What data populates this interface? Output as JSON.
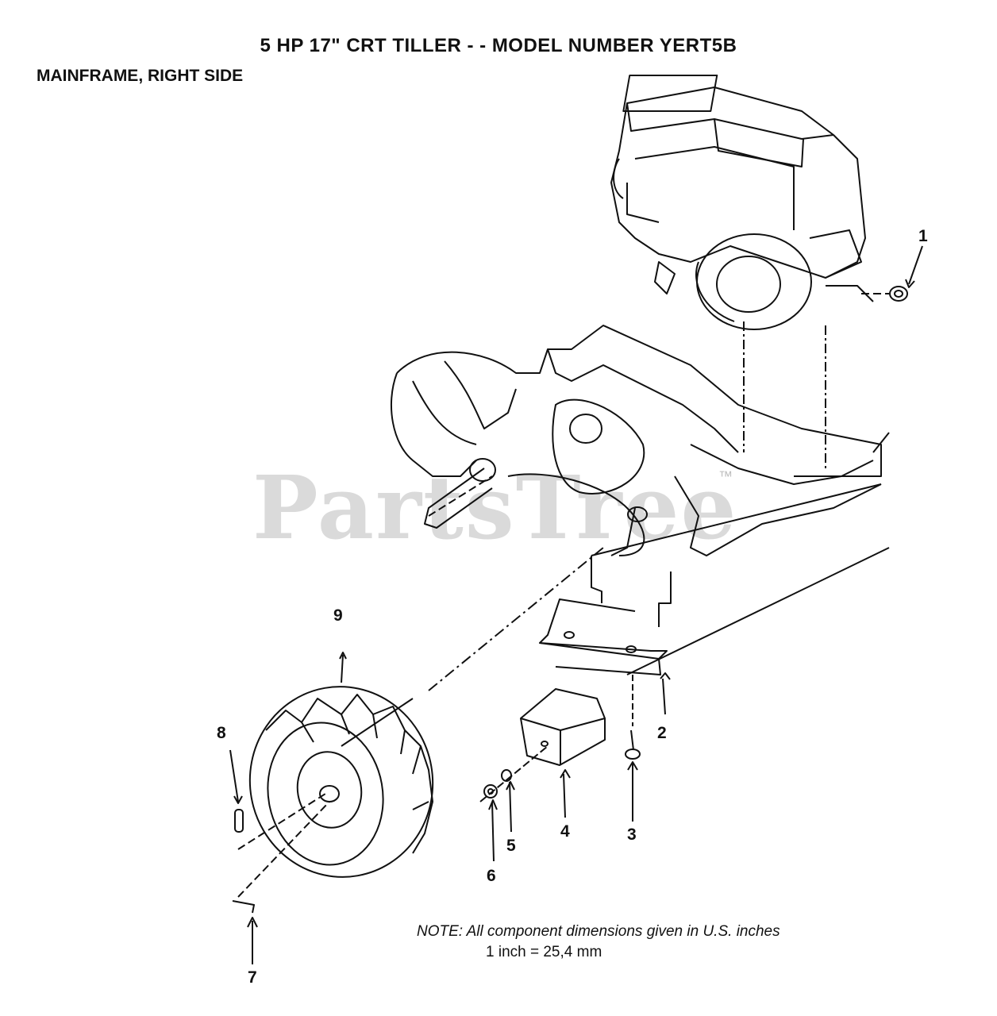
{
  "header": {
    "title": "5 HP 17\" CRT TILLER - - MODEL NUMBER YERT5B",
    "subtitle": "MAINFRAME, RIGHT SIDE"
  },
  "watermark": {
    "text": "PartsTree",
    "mark": "™"
  },
  "note": {
    "line1": "NOTE:  All component dimensions given in U.S. inches",
    "line2": "1 inch = 25,4 mm"
  },
  "callouts": [
    "1",
    "2",
    "3",
    "4",
    "5",
    "6",
    "7",
    "8",
    "9"
  ]
}
